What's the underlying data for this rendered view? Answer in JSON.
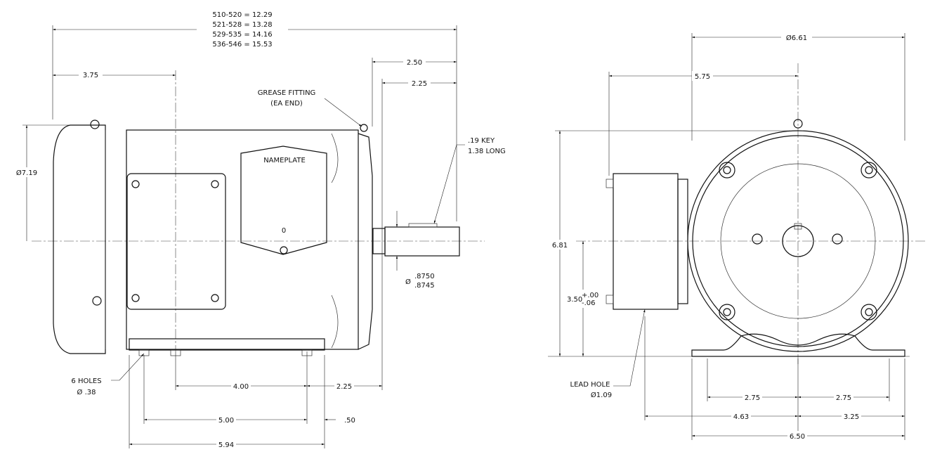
{
  "side_view": {
    "overall_length": [
      "510-520 = 12.29",
      "521-528 = 13.28",
      "529-535 = 14.16",
      "536-546 = 15.53"
    ],
    "dim_3_75": "3.75",
    "dim_2_50": "2.50",
    "dim_2_25_top": "2.25",
    "grease_fitting": [
      "GREASE FITTING",
      "(EA END)"
    ],
    "key": [
      ".19 KEY",
      "1.38 LONG"
    ],
    "nameplate": "NAMEPLATE",
    "nameplate_mark": "0",
    "dia_7_19": "Ø7.19",
    "shaft_dia": [
      "Ø",
      ".8750",
      ".8745"
    ],
    "dim_4_00": "4.00",
    "dim_2_25_bottom": "2.25",
    "holes": [
      "6 HOLES",
      "Ø .38"
    ],
    "dim_5_00": "5.00",
    "dim_0_50": ".50",
    "dim_5_94": "5.94"
  },
  "end_view": {
    "dia_6_61": "Ø6.61",
    "dim_5_75": "5.75",
    "dim_6_81": "6.81",
    "dim_3_50": "3.50",
    "tol_plus": "+.00",
    "tol_minus": "-.06",
    "lead_hole": [
      "LEAD HOLE",
      "Ø1.09"
    ],
    "dim_2_75_left": "2.75",
    "dim_2_75_right": "2.75",
    "dim_4_63": "4.63",
    "dim_3_25": "3.25",
    "dim_6_50": "6.50"
  }
}
